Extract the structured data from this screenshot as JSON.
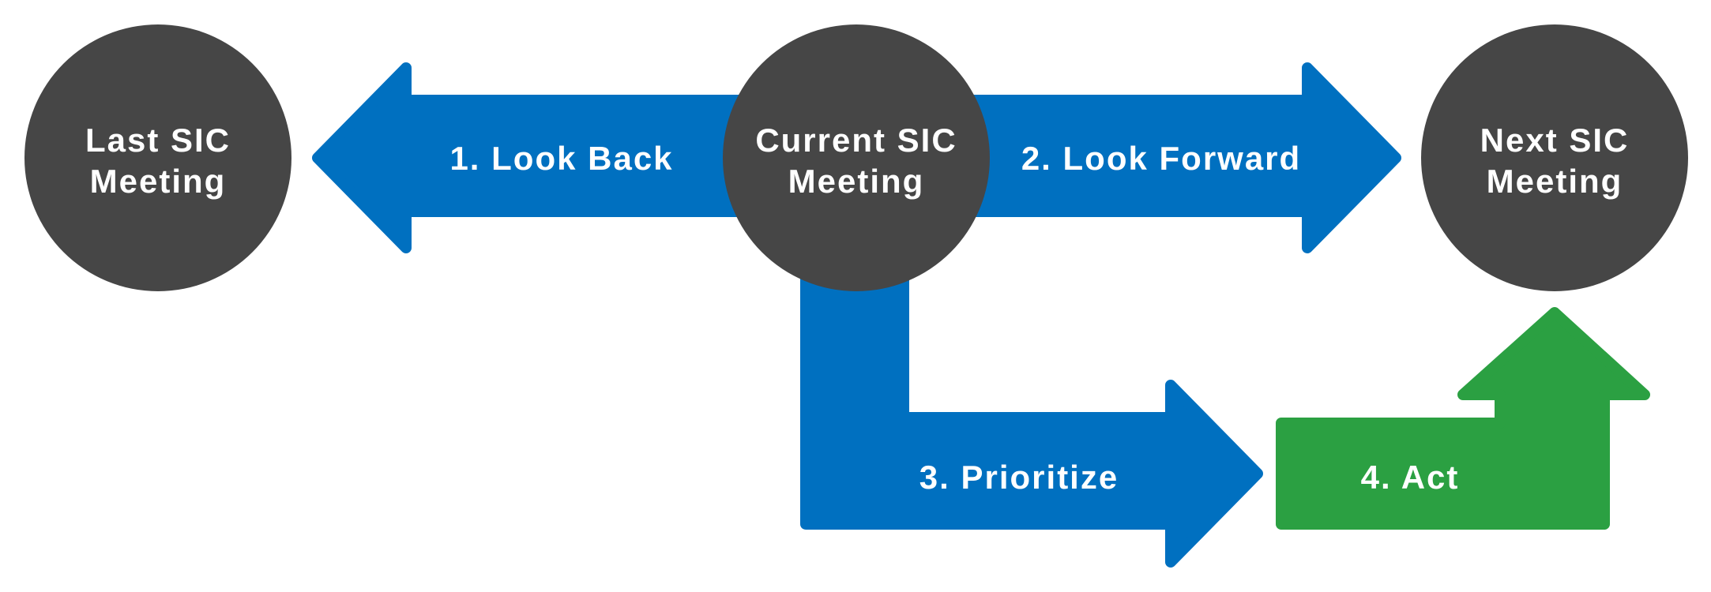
{
  "colors": {
    "blue": "#0070C0",
    "green": "#2BA042",
    "circle": "#464646",
    "text": "#FFFFFF"
  },
  "nodes": {
    "last": {
      "line1": "Last SIC",
      "line2": "Meeting"
    },
    "current": {
      "line1": "Current SIC",
      "line2": "Meeting"
    },
    "next": {
      "line1": "Next SIC",
      "line2": "Meeting"
    }
  },
  "steps": {
    "look_back": "1. Look Back",
    "look_forward": "2. Look Forward",
    "prioritize": "3. Prioritize",
    "act": "4. Act"
  }
}
